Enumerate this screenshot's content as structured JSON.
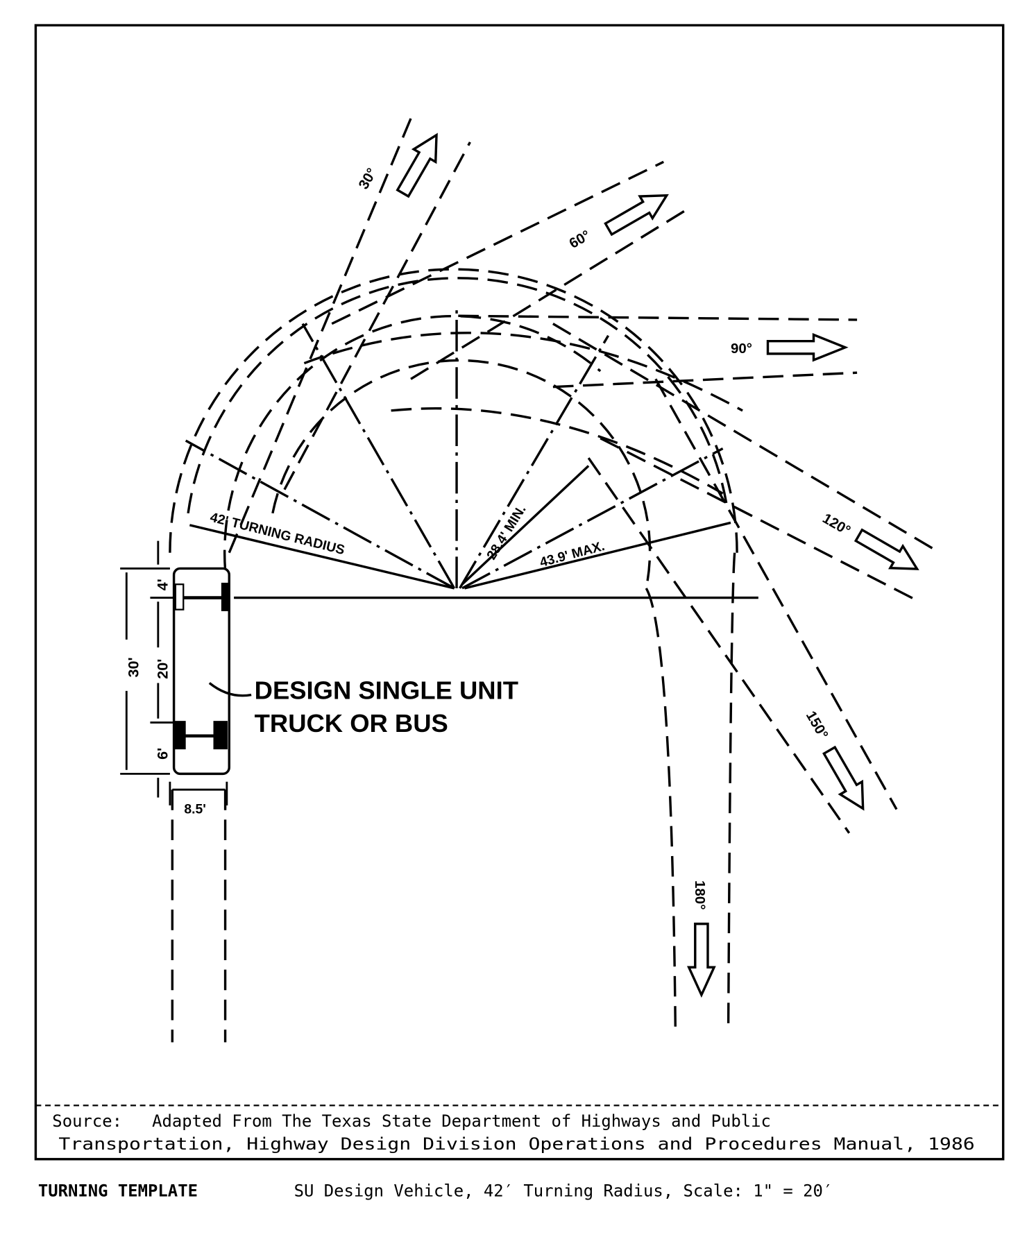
{
  "diagram": {
    "labels": {
      "radius": "42' TURNING RADIUS",
      "min": "28.4' MIN.",
      "max": "43.9' MAX.",
      "vehicle_line1": "DESIGN SINGLE UNIT",
      "vehicle_line2": "TRUCK OR BUS"
    },
    "dimensions": {
      "overall": "30'",
      "front": "4'",
      "wheelbase": "20'",
      "rear": "6'",
      "width": "8.5'"
    },
    "angles": [
      "30°",
      "60°",
      "90°",
      "120°",
      "150°",
      "180°"
    ]
  },
  "source": {
    "line1": "Source:   Adapted From The Texas State Department of Highways and Public",
    "line2": "Transportation, Highway Design Division Operations and Procedures Manual, 1986"
  },
  "caption": {
    "title": "TURNING TEMPLATE",
    "text": "SU Design Vehicle, 42′ Turning Radius, Scale: 1\" = 20′"
  }
}
